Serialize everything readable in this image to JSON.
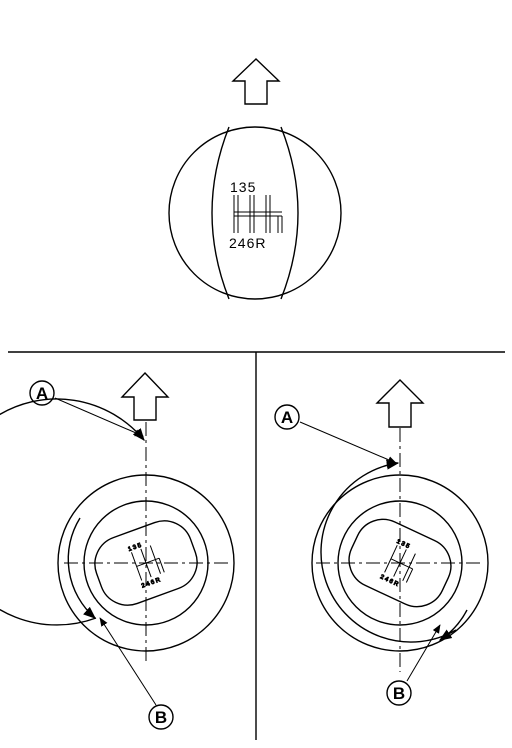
{
  "top_knob": {
    "gear_row_top": "135",
    "gear_row_bottom": "246R"
  },
  "left_view": {
    "label_a": "A",
    "label_b": "B"
  },
  "right_view": {
    "label_a": "A",
    "label_b": "B"
  }
}
